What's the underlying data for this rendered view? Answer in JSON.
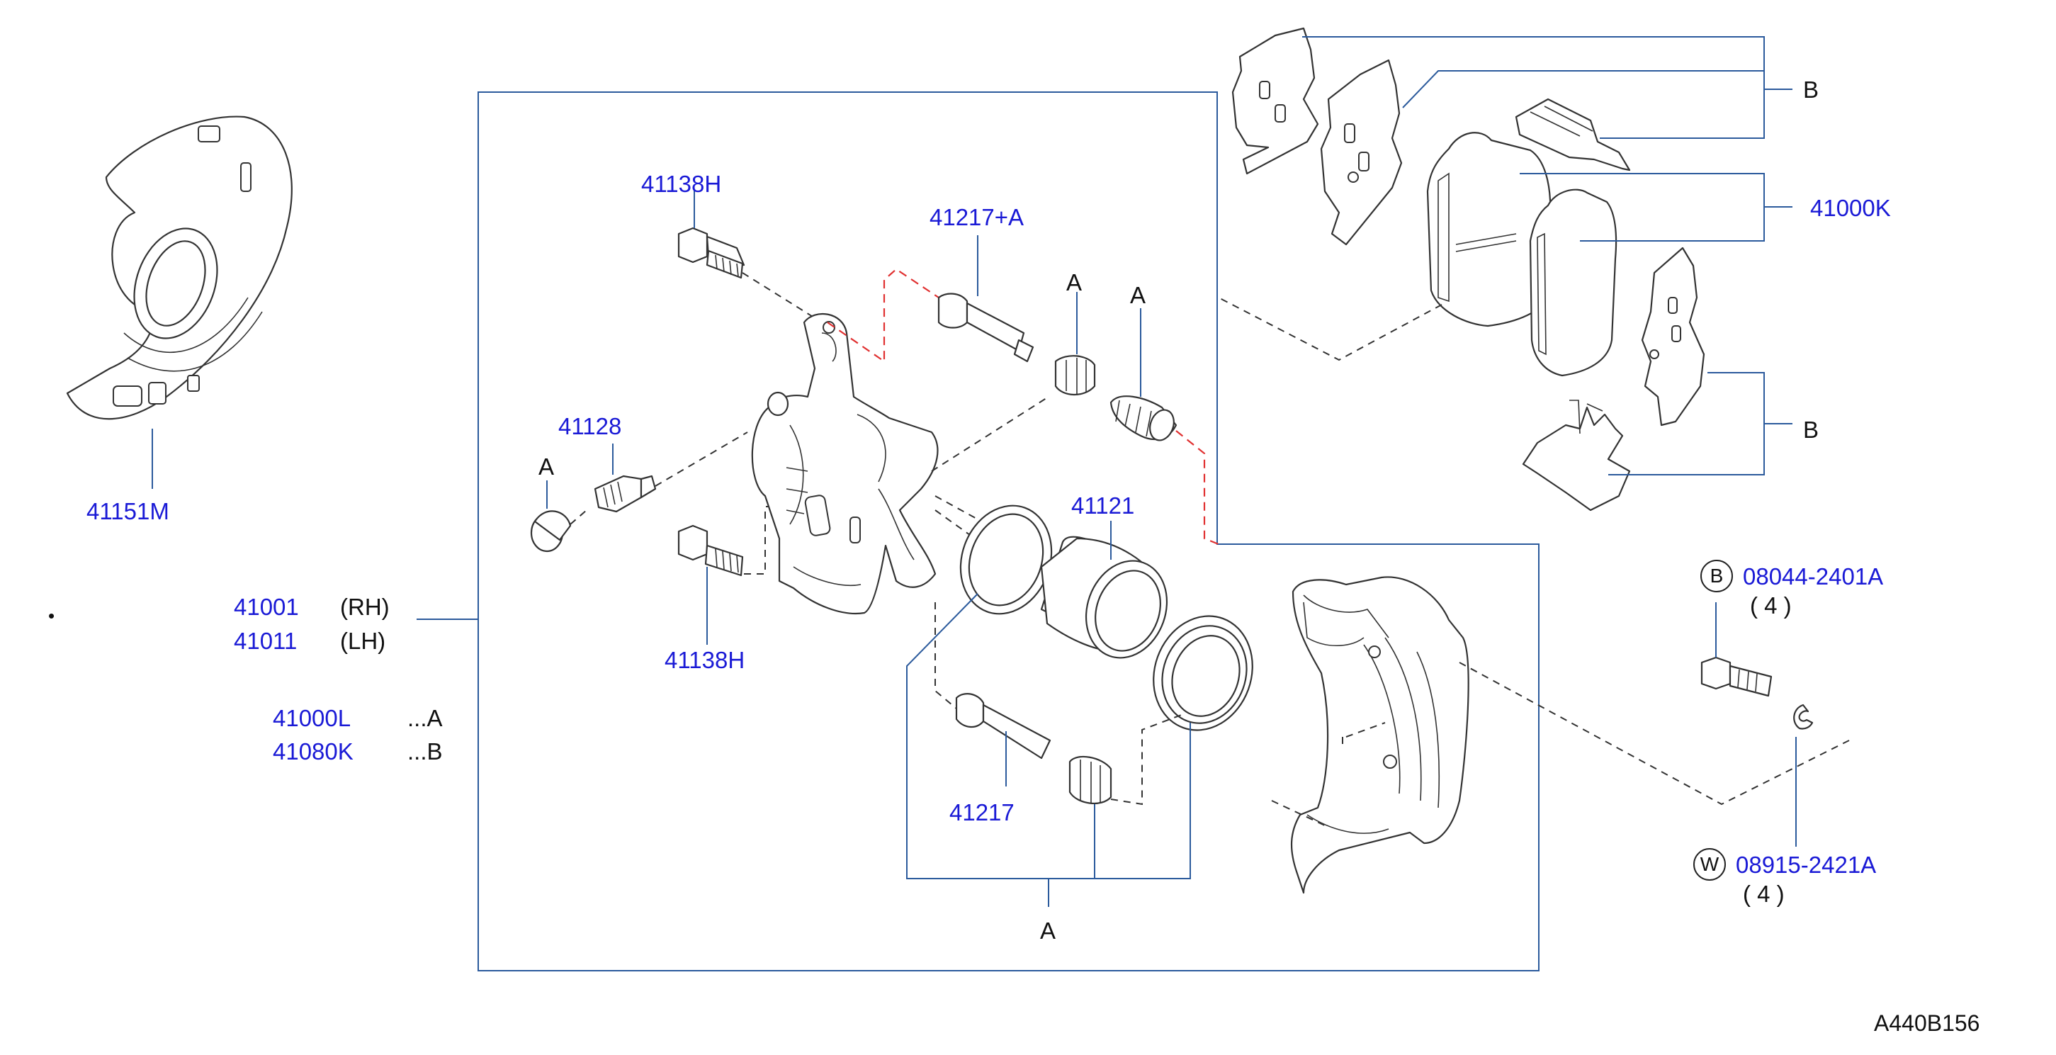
{
  "diagram_id": "A440B156",
  "part_labels": {
    "shield": "41151M",
    "bolt_upper": "41138H",
    "pin_upper": "41217+A",
    "bleeder": "41128",
    "bolt_lower": "41138H",
    "piston": "41121",
    "pin_lower": "41217",
    "pads": "41000K"
  },
  "assembly": {
    "rh_code": "41001",
    "rh_side": "(RH)",
    "lh_code": "41011",
    "lh_side": "(LH)",
    "kit_a_code": "41000L",
    "kit_a_ref": "...A",
    "kit_b_code": "41080K",
    "kit_b_ref": "...B"
  },
  "refs": {
    "a_pin_boot": "A",
    "a_boot": "A",
    "a_cap": "A",
    "a_seal_group": "A",
    "b_shims": "B",
    "b_clips": "B"
  },
  "fasteners": {
    "bolt_badge": "B",
    "bolt_code": "08044-2401A",
    "bolt_qty": "( 4 )",
    "washer_badge": "W",
    "washer_code": "08915-2421A",
    "washer_qty": "( 4 )"
  },
  "bullet": "•",
  "colors": {
    "part_number": "#1a1ad6",
    "leader": "#2b5a9c",
    "hydraulic_line": "#e03030"
  }
}
